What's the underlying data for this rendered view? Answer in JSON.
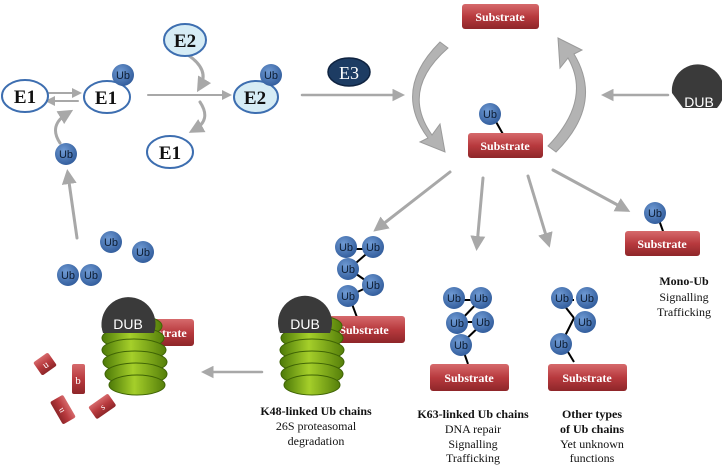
{
  "enzymes": {
    "e1": "E1",
    "e2": "E2",
    "e3": "E3",
    "dub": "DUB"
  },
  "molecules": {
    "ub": "Ub",
    "substrate": "Substrate",
    "fragment_partial": "strate",
    "fragments": [
      "u",
      "b",
      "u",
      "s"
    ]
  },
  "outcomes": {
    "mono": {
      "title": "Mono-Ub",
      "lines": [
        "Signalling",
        "Trafficking"
      ]
    },
    "other": {
      "title_lines": [
        "Other types",
        "of Ub chains"
      ],
      "lines": [
        "Yet unknown",
        "functions"
      ]
    },
    "k63": {
      "title": "K63-linked Ub chains",
      "lines": [
        "DNA repair",
        "Signalling",
        "Trafficking"
      ]
    },
    "k48": {
      "title": "K48-linked Ub chains",
      "lines": [
        "26S  proteasomal",
        "degradation"
      ]
    }
  },
  "colors": {
    "ub_fill": "#3d6eb0",
    "substrate_fill": "#b83a3e",
    "e_light": "#d6ecf5",
    "e_dark": "#1d3c63",
    "dub_fill": "#3a3a3a",
    "proteasome": "#7fae12",
    "arrow": "#a8a8a8"
  }
}
